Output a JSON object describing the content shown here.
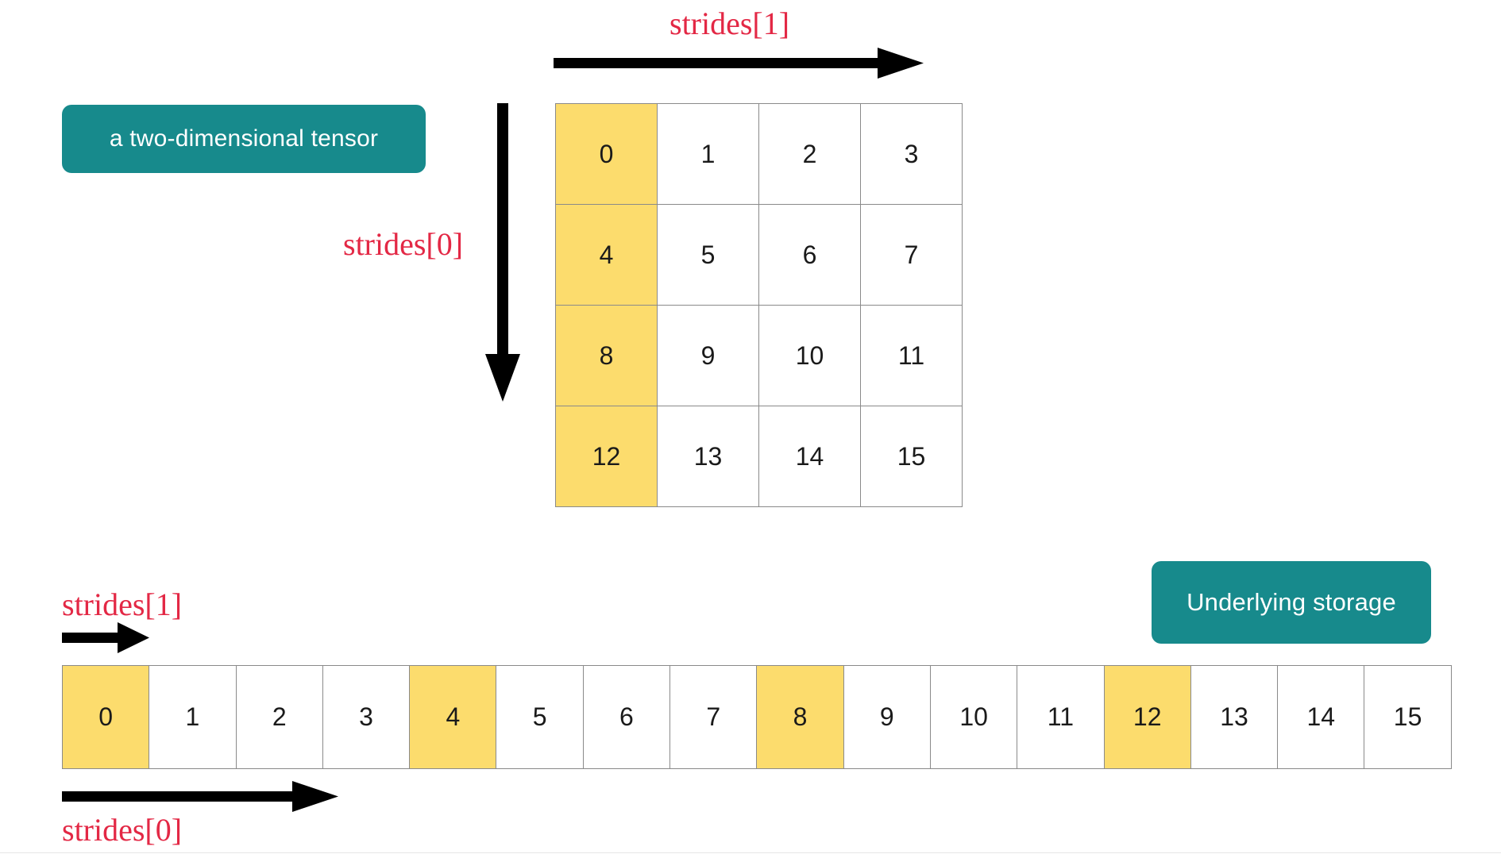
{
  "colors": {
    "teal": "#178A8C",
    "yellow": "#FCDC6D",
    "red": "#E32845",
    "grid_border": "#8a8a8a",
    "arrow": "#000000",
    "text": "#1a1a1a",
    "background": "#ffffff"
  },
  "labels": {
    "tensor_pill": "a two-dimensional tensor",
    "storage_pill": "Underlying storage",
    "stride1_top": "strides[1]",
    "stride0_left": "strides[0]",
    "stride1_bottom": "strides[1]",
    "stride0_bottom": "strides[0]"
  },
  "tensor_grid": {
    "rows": 4,
    "cols": 4,
    "highlighted_column": 0,
    "values": [
      [
        "0",
        "1",
        "2",
        "3"
      ],
      [
        "4",
        "5",
        "6",
        "7"
      ],
      [
        "8",
        "9",
        "10",
        "11"
      ],
      [
        "12",
        "13",
        "14",
        "15"
      ]
    ]
  },
  "storage_strip": {
    "count": 16,
    "values": [
      "0",
      "1",
      "2",
      "3",
      "4",
      "5",
      "6",
      "7",
      "8",
      "9",
      "10",
      "11",
      "12",
      "13",
      "14",
      "15"
    ],
    "highlighted_indices": [
      0,
      4,
      8,
      12
    ]
  },
  "arrows": {
    "stride1_top": {
      "direction": "right",
      "length": 440,
      "thickness": 14
    },
    "stride0_left": {
      "direction": "down",
      "length": 372,
      "thickness": 14
    },
    "stride1_bottom": {
      "direction": "right",
      "length": 110,
      "thickness": 14
    },
    "stride0_bottom": {
      "direction": "right",
      "length": 348,
      "thickness": 14
    }
  }
}
